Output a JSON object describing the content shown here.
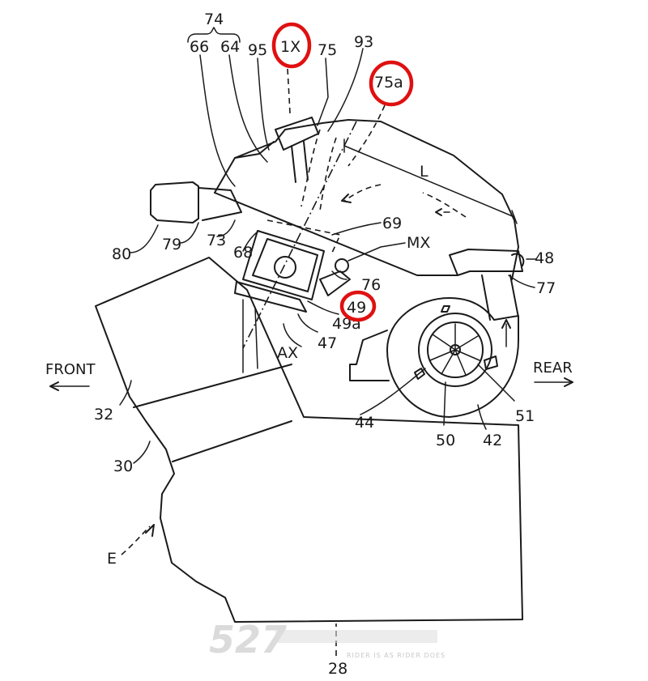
{
  "labels": {
    "l74": "74",
    "l66": "66",
    "l64": "64",
    "l95": "95",
    "l1x": "1X",
    "l75": "75",
    "l93": "93",
    "l75a": "75a",
    "lL": "L",
    "l80": "80",
    "l79": "79",
    "l73": "73",
    "l68": "68",
    "l69": "69",
    "lMX": "MX",
    "l48": "48",
    "l77": "77",
    "l76": "76",
    "l49": "49",
    "l49a": "49a",
    "lAX": "AX",
    "l47": "47",
    "l32": "32",
    "l30": "30",
    "l44": "44",
    "l50": "50",
    "l42": "42",
    "l51": "51",
    "lE": "E",
    "l28": "28"
  },
  "directions": {
    "front": "FRONT",
    "rear": "REAR"
  },
  "highlight_color": "#e01010",
  "watermark": {
    "number": "527",
    "tagline": "RIDER IS AS RIDER DOES"
  }
}
